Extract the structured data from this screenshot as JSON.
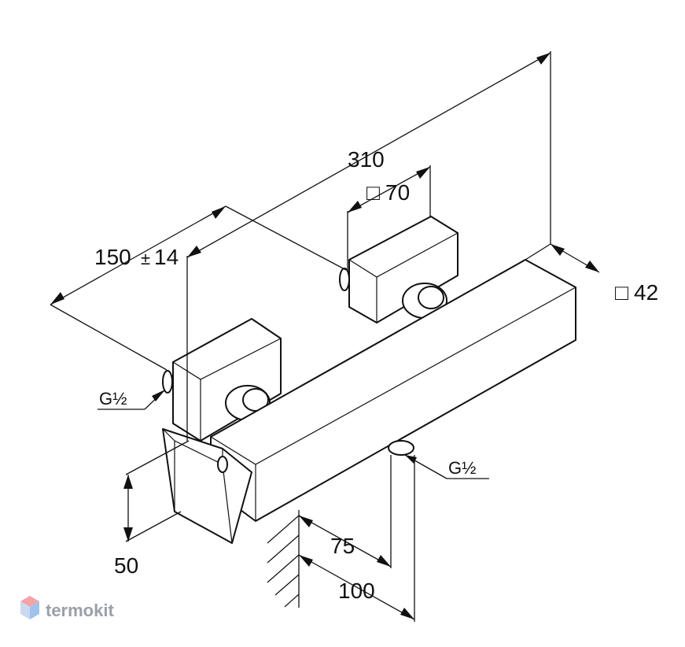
{
  "dimensions": {
    "overall_length": "310",
    "center_distance": "150",
    "tolerance_symbol": "±",
    "tolerance_value": "14",
    "flange_square_symbol": "□",
    "flange_square": "70",
    "body_square_symbol": "□",
    "body_square": "42",
    "inlet_thread": "G½",
    "outlet_thread": "G½",
    "handle_height": "50",
    "wall_offset_1": "75",
    "wall_offset_2": "100"
  },
  "watermark": {
    "brand": "termokit",
    "logo_icon": "hexagon-logo-icon",
    "colors": {
      "top": "#f4a3a8",
      "bottom": "#9fc3ea"
    }
  }
}
